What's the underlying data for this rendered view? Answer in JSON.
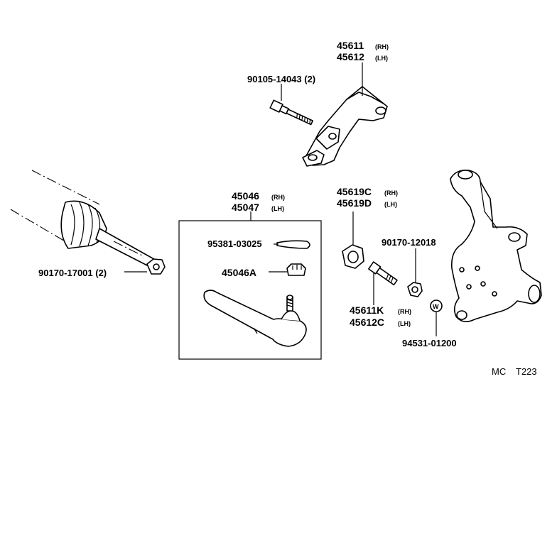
{
  "labels": {
    "p45611": "45611",
    "rh_a": "(RH)",
    "p45612": "45612",
    "lh_a": "(LH)",
    "p90105": "90105-14043 (2)",
    "p45046": "45046",
    "rh_b": "(RH)",
    "p45047": "45047",
    "lh_b": "(LH)",
    "p45619c": "45619C",
    "rh_c": "(RH)",
    "p45619d": "45619D",
    "lh_c": "(LH)",
    "p95381": "95381-03025",
    "p45046a": "45046A",
    "p90170_12018": "90170-12018",
    "p90170_17001": "90170-17001 (2)",
    "p45611k": "45611K",
    "rh_d": "(RH)",
    "p45612c": "45612C",
    "lh_d": "(LH)",
    "p94531": "94531-01200",
    "code_mc": "MC",
    "code_t223": "T223"
  },
  "icons": [
    "steering-arm",
    "bolt",
    "steering-rack-boot",
    "tie-rod-end",
    "cotter-pin",
    "castle-nut",
    "bushing",
    "nut",
    "washer",
    "steering-knuckle"
  ]
}
